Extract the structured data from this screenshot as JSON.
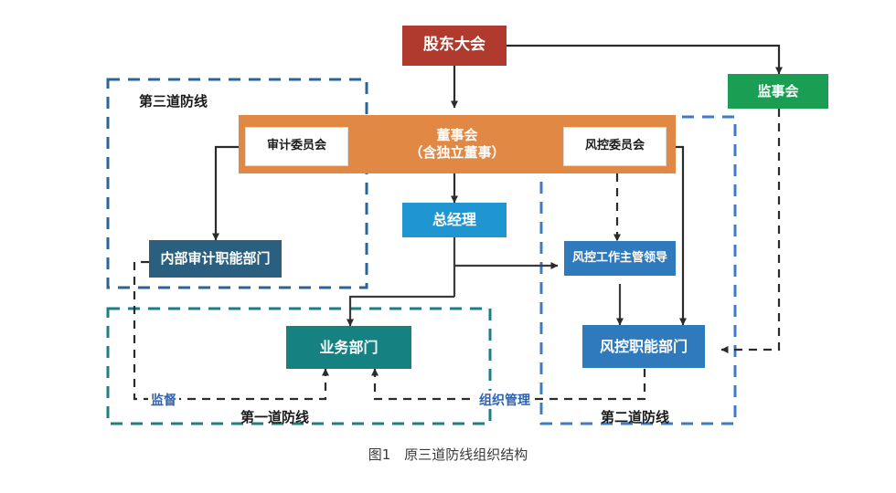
{
  "figure": {
    "caption": "图1　原三道防线组织结构"
  },
  "colors": {
    "shareholders": "#b03a2e",
    "board_band": "#e18844",
    "supervisors": "#1a9e54",
    "general_manager": "#1f96d2",
    "risk_leader": "#2f79bd",
    "risk_function": "#2f79bd",
    "business_unit": "#168181",
    "internal_audit": "#2a5f80",
    "line1_dash": "#1c7f86",
    "line2_dash": "#3c7cc4",
    "line3_dash": "#2b6496",
    "edge_label": "#2b63b0",
    "connector": "#3b3b3b",
    "white_box_text": "#1a1a1a"
  },
  "nodes": {
    "shareholders_meeting": {
      "label": "股东大会"
    },
    "supervisory_board": {
      "label": "监事会"
    },
    "board_of_directors": {
      "label": "董事会\n（含独立董事）",
      "line1": "董事会",
      "line2": "（含独立董事）"
    },
    "audit_committee": {
      "label": "审计委员会"
    },
    "risk_committee": {
      "label": "风控委员会"
    },
    "general_manager": {
      "label": "总经理"
    },
    "internal_audit_dept": {
      "label": "内部审计职能部门"
    },
    "risk_leader": {
      "label": "风控工作主管领导"
    },
    "business_dept": {
      "label": "业务部门"
    },
    "risk_function_dept": {
      "label": "风控职能部门"
    }
  },
  "zones": {
    "third_line": {
      "label": "第三道防线"
    },
    "first_line": {
      "label": "第一道防线"
    },
    "second_line": {
      "label": "第二道防线"
    }
  },
  "edge_labels": {
    "supervise": {
      "label": "监督"
    },
    "organize_manage": {
      "label": "组织管理"
    }
  }
}
